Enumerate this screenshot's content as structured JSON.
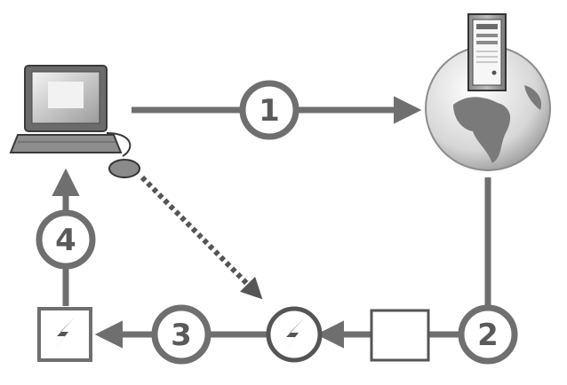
{
  "diagram": {
    "steps": [
      {
        "label": "1"
      },
      {
        "label": "2"
      },
      {
        "label": "3"
      },
      {
        "label": "4"
      }
    ],
    "icons": {
      "client": "computer-icon",
      "server": "server-icon",
      "network": "globe-icon",
      "download_box": "empty-box-icon",
      "plugin_handler": "lightning-circle-icon",
      "plugin_window": "lightning-window-icon"
    },
    "colors": {
      "connector": "#6f6f6f",
      "node_stroke": "#555555",
      "dashed_arrow": "#555555"
    }
  }
}
